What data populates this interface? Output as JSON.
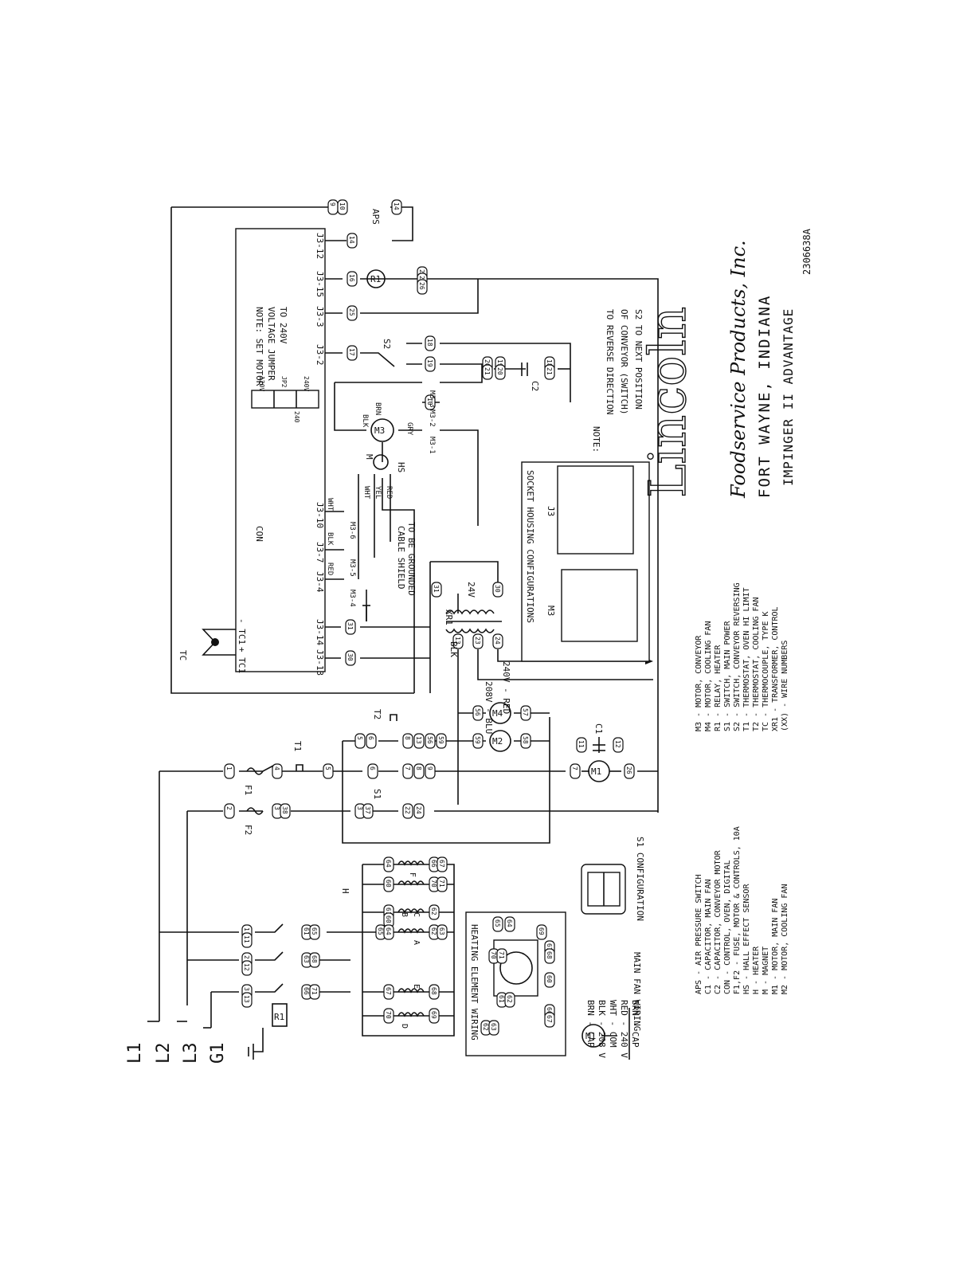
{
  "doc_number": "2306638A",
  "brand": {
    "name": "Lincoln",
    "company": "Foodservice Products, Inc.",
    "location": "FORT WAYNE, INDIANA",
    "model": "IMPINGER II ADVANTAGE"
  },
  "supply_lines": [
    "L1",
    "L2",
    "L3",
    "G1"
  ],
  "notes": {
    "jumper_line1": "NOTE: SET MOTOR",
    "jumper_line2": "VOLTAGE JUMPER",
    "jumper_line3": "TO 240V",
    "jumper_options": [
      "120V",
      "JP2",
      "240V",
      "240"
    ],
    "reverse_line1": "NOTE:",
    "reverse_line2": "TO REVERSE DIRECTION",
    "reverse_line3": "OF CONVEYOR (SWITCH)",
    "reverse_line4": "S2 TO NEXT POSITION",
    "cable_shield1": "CABLE SHIELD",
    "cable_shield2": "TO BE GROUNDED"
  },
  "labels": {
    "con": "CON",
    "tc": "TC",
    "tc1_minus": "- TC1",
    "tc1_plus": "+ TC1",
    "j3_12": "J3-12",
    "j3_15": "J3-15",
    "j3_3": "J3-3",
    "j3_2": "J3-2",
    "j3_10": "J3-10",
    "j3_7": "J3-7",
    "j3_4": "J3-4",
    "j3_14": "J3-14",
    "j3_13": "J3-13",
    "aps": "APS",
    "s2": "S2",
    "c2": "C2",
    "m3_3": "M3-3",
    "m3_2": "M3-2",
    "m3_1": "M3-1",
    "m3_4": "M3-4",
    "m3_5": "M3-5",
    "m3_6": "M3-6",
    "m": "M",
    "hs": "HS",
    "xr1": "XR1",
    "v24": "24V",
    "v240_red": "240V - RED",
    "v208_blu": "208V - BLU",
    "blk": "BLK",
    "brn": "BRN",
    "gry": "GRY",
    "wht": "WHT",
    "yel": "YEL",
    "red": "RED",
    "t1": "T1",
    "t2": "T2",
    "f1": "F1",
    "f2": "F2",
    "s1": "S1",
    "c1": "C1",
    "h": "H",
    "r1": "R1",
    "socket_title": "SOCKET HOUSING CONFIGURATIONS",
    "j3": "J3",
    "m3": "M3",
    "heating_title": "HEATING ELEMENT WIRING",
    "s1_config": "S1 CONFIGURATION",
    "main_fan_wiring": "MAIN FAN WIRING",
    "element_letters": [
      "A",
      "B",
      "C",
      "D",
      "E",
      "F"
    ]
  },
  "components": {
    "m1": "M1",
    "m2": "M2",
    "m3": "M3",
    "m4": "M4",
    "r1": "R1"
  },
  "fan_wiring": [
    "BRN - CAP",
    "BLK - 208 V",
    "WHT - COM",
    "RED - 240 V",
    "BRN - CAP"
  ],
  "legend_left": [
    "APS  -  AIR PRESSURE SWITCH",
    "C1   -  CAPACITOR, MAIN FAN",
    "C2   -  CAPACITOR, CONVEYOR MOTOR",
    "CON  -  CONTROL, OVEN, DIGITAL",
    "F1,F2 - FUSE, MOTOR & CONTROLS, 10A",
    "HS   -  HALL EFFECT SENSOR",
    "H    -  HEATER",
    "M    -  MAGNET",
    "M1   -  MOTOR, MAIN FAN",
    "M2   -  MOTOR, COOLING FAN"
  ],
  "legend_right": [
    "M3  -  MOTOR, CONVEYOR",
    "M4  -  MOTOR, COOLING FAN",
    "R1  -  RELAY, HEATER",
    "S1  -  SWITCH, MAIN POWER",
    "S2  -  SWITCH, CONVEYOR REVERSING",
    "T1  -  THERMOSTAT, OVEN HI LIMIT",
    "T2  -  THERMOSTAT, COOLING FAN",
    "TC  -  THERMOCOUPLE, TYPE K",
    "XR1 -  TRANSFORMER, CONTROL",
    "(XX) - WIRE NUMBERS"
  ],
  "wire_numbers": {
    "top_row": [
      "9",
      "10",
      "14",
      "14",
      "16",
      "22",
      "23",
      "26",
      "25",
      "17",
      "18",
      "19",
      "20",
      "21",
      "10"
    ],
    "aux_row": [
      "19",
      "20",
      "18",
      "21"
    ],
    "lower_row": [
      "31",
      "30",
      "13",
      "23",
      "24",
      "31",
      "30"
    ],
    "s1_row": [
      "1",
      "4",
      "5",
      "6",
      "7",
      "8",
      "9",
      "2",
      "3",
      "38",
      "3",
      "37",
      "22",
      "24",
      "5",
      "6",
      "8",
      "13",
      "56",
      "59",
      "56",
      "57",
      "59",
      "58",
      "7",
      "11",
      "12",
      "26"
    ],
    "heater_row": [
      "1",
      "11",
      "61",
      "65",
      "2",
      "12",
      "63",
      "68",
      "3",
      "13",
      "66",
      "71",
      "64",
      "66",
      "67",
      "60",
      "70",
      "71",
      "61",
      "60",
      "62",
      "65",
      "64",
      "62",
      "63",
      "67",
      "68",
      "70",
      "69"
    ],
    "heating_block": [
      "62",
      "63",
      "61",
      "62",
      "70",
      "71",
      "65",
      "64",
      "69",
      "67",
      "68",
      "66",
      "67",
      "60"
    ]
  }
}
